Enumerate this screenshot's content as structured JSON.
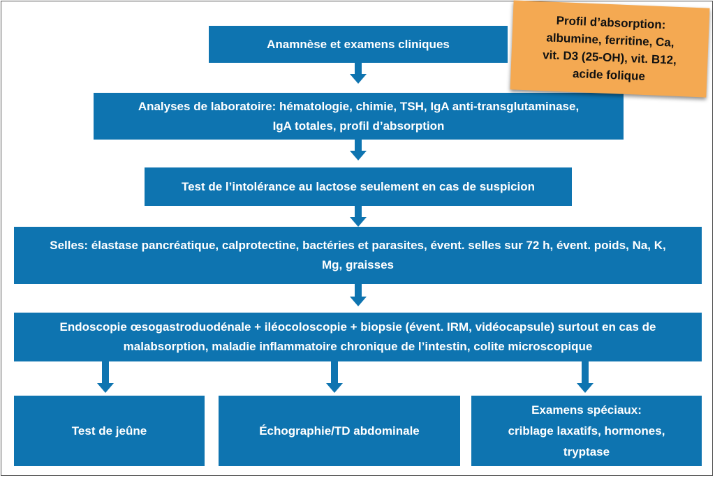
{
  "boxes": {
    "anamnese": "Anamnèse et examens cliniques",
    "lab": [
      "Analyses de laboratoire: hématologie, chimie, TSH, IgA anti-transglutaminase,",
      "IgA totales, profil d’absorption"
    ],
    "lactose": "Test de l’intolérance au lactose seulement en cas de suspicion",
    "selles": [
      "Selles: élastase pancréatique, calprotectine, bactéries et parasites, évent. selles sur 72 h, évent. poids, Na, K,",
      "Mg, graisses"
    ],
    "endoscopie": [
      "Endoscopie œsogastroduodénale + iléocoloscopie + biopsie (évent. IRM, vidéocapsule) surtout en cas de",
      "malabsorption, maladie inflammatoire chronique de l’intestin, colite microscopique"
    ],
    "jeune": "Test de jeûne",
    "echographie": "Échographie/TD abdominale",
    "speciaux": [
      "Examens spéciaux:",
      "criblage laxatifs, hormones,",
      "tryptase"
    ]
  },
  "note": [
    "Profil d’absorption:",
    "albumine, ferritine, Ca,",
    "vit. D3 (25-OH), vit. B12,",
    "acide folique"
  ],
  "colors": {
    "box": "#0e74b0",
    "note": "#f4a952",
    "box_text": "#ffffff"
  }
}
